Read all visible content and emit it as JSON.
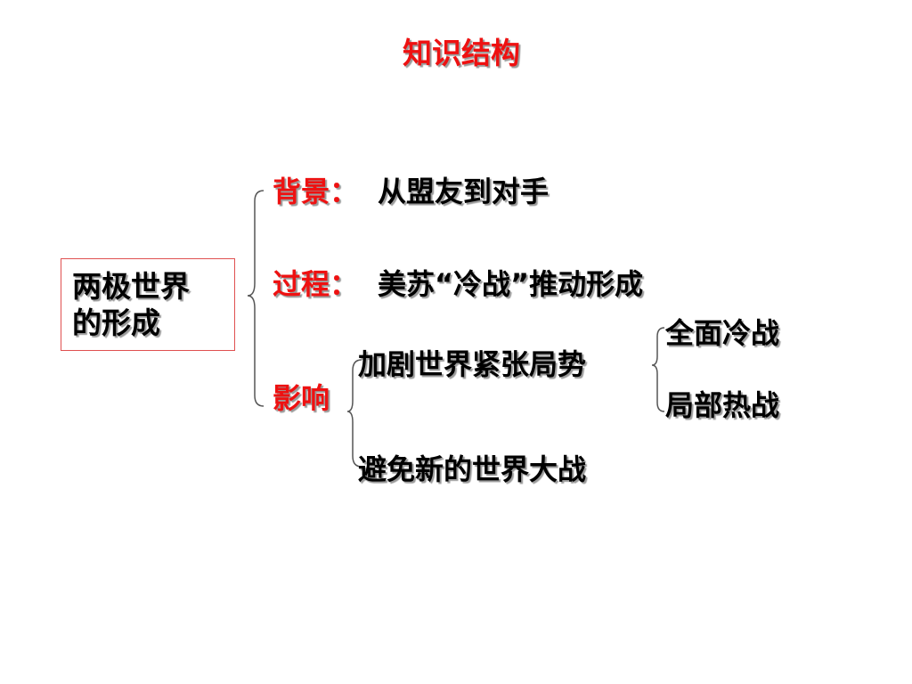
{
  "title": "知识结构",
  "root": {
    "line1": "两极世界",
    "line2": "的形成"
  },
  "branches": {
    "background": {
      "label": "背景：",
      "text": "从盟友到对手"
    },
    "process": {
      "label": "过程：",
      "text": "美苏“冷战”推动形成"
    },
    "impact": {
      "label": "影响",
      "items": [
        {
          "text": "加剧世界紧张局势",
          "subitems": [
            "全面冷战",
            "局部热战"
          ]
        },
        {
          "text": "避免新的世界大战"
        }
      ]
    }
  },
  "colors": {
    "label": "#ee1111",
    "text": "#000000",
    "box_border": "#e05050"
  }
}
